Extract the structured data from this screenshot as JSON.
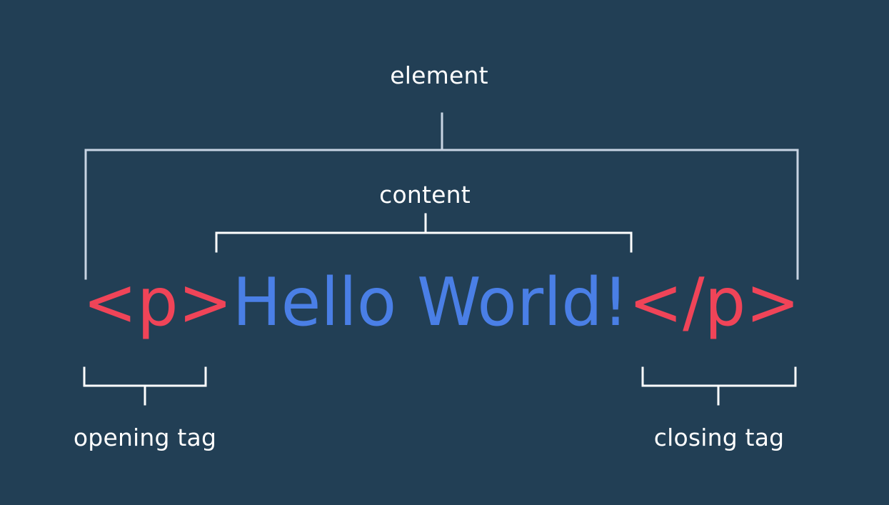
{
  "labels": {
    "element": "element",
    "content": "content",
    "opening_tag": "opening tag",
    "closing_tag": "closing tag"
  },
  "code": {
    "open_tag": "<p>",
    "text": "Hello World!",
    "close_tag": "</p>"
  },
  "colors": {
    "background": "#223f55",
    "tag": "#f04458",
    "content": "#4a7fe6",
    "element_bracket": "#c8d4e3",
    "bracket": "#ffffff",
    "label": "#ffffff"
  }
}
